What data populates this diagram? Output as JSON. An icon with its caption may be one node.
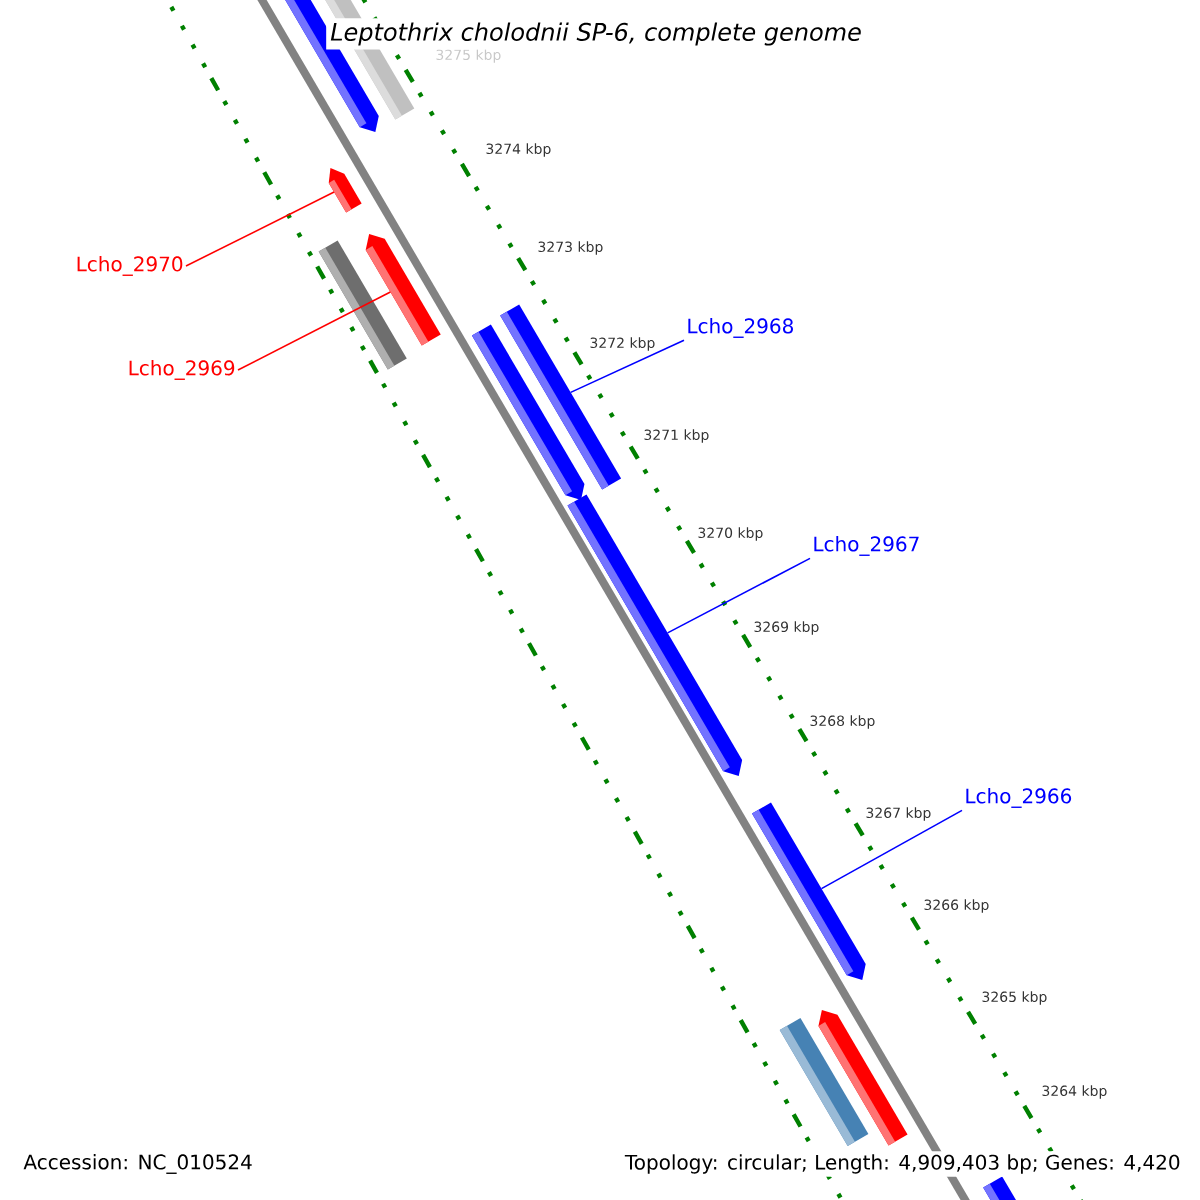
{
  "diagram": {
    "title": "Leptothrix cholodnii SP-6, complete genome",
    "nodes": [
      {
        "text": [],
        "shape": "bar"
      },
      {
        "text": [],
        "shape": "bar"
      },
      {
        "text": [],
        "shape": "bar"
      },
      {
        "text": [],
        "shape": "bar"
      },
      {
        "text": [],
        "shape": "bar"
      },
      {
        "text": [
          "Lcho_2970"
        ]
      },
      {
        "text": [],
        "shape": "bar"
      },
      {
        "text": [
          "Lcho_2968"
        ]
      },
      {
        "text": [],
        "shape": "bar"
      },
      {
        "text": [
          "Lcho_2969"
        ]
      },
      {
        "text": [],
        "shape": "bar"
      },
      {
        "text": [
          "Lcho_2967"
        ]
      },
      {
        "text": [
          "Lcho_2966"
        ]
      },
      {
        "text": [],
        "shape": "bar"
      },
      {
        "text": [],
        "shape": "bar"
      },
      {
        "text": [],
        "shape": "bar"
      },
      {
        "text": [],
        "shape": "bar"
      }
    ],
    "edges": [
      {
        "from": 5,
        "to": 2,
        "arrow": "none",
        "color": "#ff0000"
      },
      {
        "from": 7,
        "to": 6,
        "arrow": "none"
      },
      {
        "from": 9,
        "to": 3,
        "arrow": "none",
        "color": "#ff0000"
      },
      {
        "from": 11,
        "to": 10,
        "arrow": "none"
      },
      {
        "from": 12,
        "to": 13,
        "arrow": "none"
      }
    ],
    "labels": [
      "3275 kbp",
      "3274 kbp",
      "3273 kbp",
      "3272 kbp",
      "3271 kbp",
      "3270 kbp",
      "3269 kbp",
      "3268 kbp",
      "3267 kbp",
      "3266 kbp",
      "3265 kbp",
      "3264 kbp",
      "Accession: NC_010524",
      "Topology: circular; Length: 4,909,403 bp; Genes: 4,420"
    ]
  }
}
